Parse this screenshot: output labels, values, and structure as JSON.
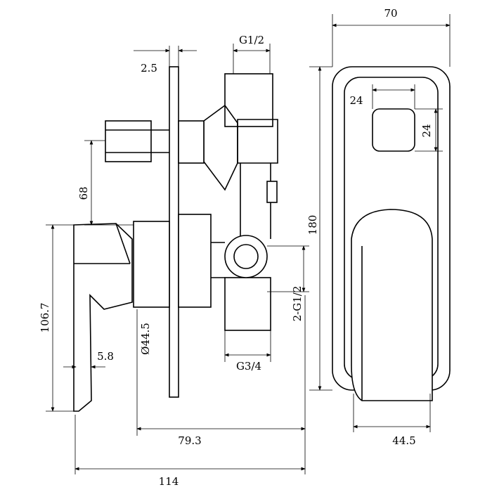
{
  "dimensions": {
    "front_width": "70",
    "top_inlet": "G1/2",
    "plate_thickness": "2.5",
    "square_width": "24",
    "square_height": "24",
    "spindle_spacing": "68",
    "front_height": "180",
    "handle_height": "106.7",
    "ring_diameter": "Ø44.5",
    "side_outlets": "2-G1/2",
    "handle_offset": "5.8",
    "bottom_inlet": "G3/4",
    "body_depth": "79.3",
    "lever_width": "44.5",
    "total_depth": "114"
  },
  "colors": {
    "line": "#000000",
    "background": "#ffffff"
  }
}
